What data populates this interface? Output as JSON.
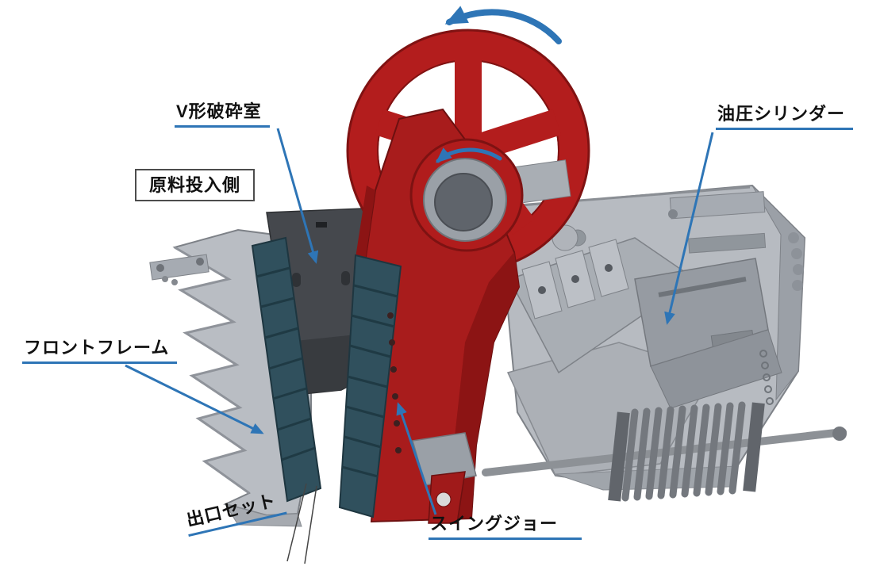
{
  "figure": {
    "type": "technical-diagram",
    "subject": "jaw-crusher-cutaway",
    "background_color": "#ffffff",
    "labels": {
      "v_chamber": "V形破砕室",
      "feed_side": "原料投入側",
      "hydraulic_cylinder": "油圧シリンダー",
      "front_frame": "フロントフレーム",
      "outlet_set": "出口セット",
      "swing_jaw": "スイングジョー"
    },
    "icons": {
      "flywheel_rotation_arrow": "counterclockwise-rotation-arrow",
      "shaft_rotation_arrow": "counterclockwise-rotation-arrow",
      "leader_arrows": "pointer-arrowhead"
    },
    "colors": {
      "leader_blue": "#2e75b6",
      "flywheel_red": "#b31d1d",
      "pitman_red": "#a81c1c",
      "frame_gray": "#b7bbc1",
      "jaw_plate_teal": "#30505d",
      "chute_dark": "#45484d",
      "label_text": "#111111"
    }
  }
}
